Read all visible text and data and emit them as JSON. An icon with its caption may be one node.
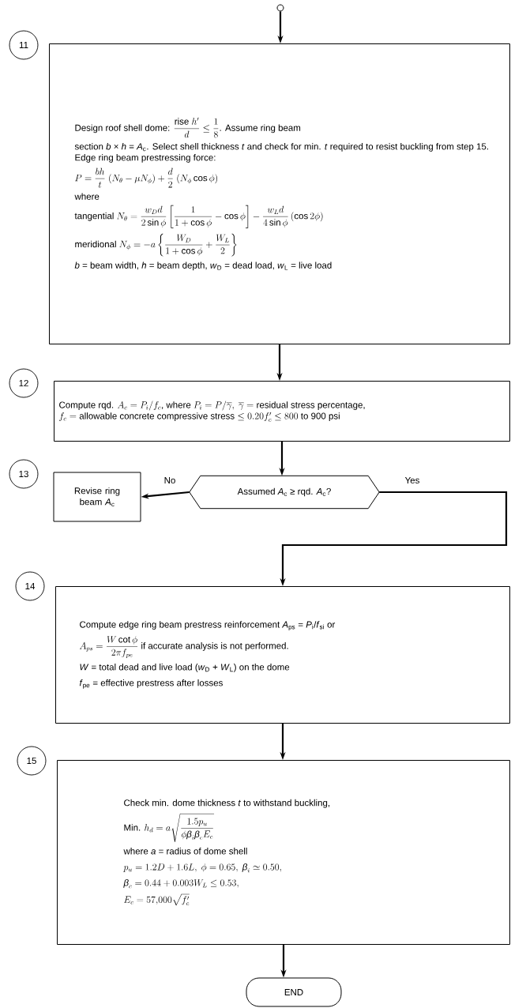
{
  "diagram": {
    "nodes": [
      {
        "text": [],
        "shape": "circle"
      },
      {
        "text": [
          "11"
        ]
      },
      {
        "text": [
          "\\text{Design roof shell dome: }\\dfrac{\\text{rise }h'}{d}\\le\\dfrac{1}{8}\\text{. Assume ring beam}",
          "section *b* × *h* = *A*$_{c}$. Select shell thickness *t* and check for min. *t* required to resist buckling from step 15. Edge ring beam prestressing force:",
          "P=\\dfrac{bh}{t}\\;(N_\\theta-\\mu N_\\phi)+\\dfrac{d}{2}\\;(N_\\phi\\cos\\phi)",
          "where",
          "\\text{tangential }N_\\theta=\\dfrac{w_D d}{2\\sin\\phi}\\left[\\dfrac{1}{1+\\cos\\phi}-\\cos\\phi\\right]-\\dfrac{w_L d}{4\\sin\\phi}\\,(\\cos 2\\phi)",
          "\\text{meridional }N_\\phi=-a\\left\\{\\dfrac{W_D}{1+\\cos\\phi}+\\dfrac{W_L}{2}\\right\\}",
          "*b* = beam width, *h* = beam depth, *w*$_{D}$ = dead load, *w*$_{L}$ = live load"
        ]
      },
      {
        "text": [
          "12"
        ]
      },
      {
        "text": [
          "\\text{Compute rqd. }A_c=P_i/f_c\\text{, where }P_i=P/\\overline{\\gamma},\\ \\overline{\\gamma}=\\text{residual stress percentage,}\\allowbreak\\ f_c=\\text{allowable concrete compressive stress}\\le 0.20f'_c\\le 800\\text{ to 900 psi}"
        ]
      },
      {
        "text": [
          "13"
        ]
      },
      {
        "text": [
          "Revise ring beam *A*$_{c}$"
        ]
      },
      {
        "text": [
          "Assumed *A*$_{c}$ ≥ rqd. *A*$_{c}$?"
        ]
      },
      {
        "text": [
          "14"
        ]
      },
      {
        "text": [
          "Compute edge ring beam prestress reinforcement *A*$_{ps}$ = *P*$_{i}$/*f*$_{si}$ or",
          "A_{ps}=\\dfrac{W\\cot\\phi}{2\\pi f_{pe}}\\text{ if accurate analysis is not performed.}",
          "*W* = total dead and live load (*w*$_{D}$ + *W*$_{L}$) on the dome",
          "*f*$_{pe}$ = effective prestress after losses"
        ]
      },
      {
        "text": [
          "15"
        ]
      },
      {
        "text": [
          "Check min. dome thickness *t* to withstand buckling,",
          "\\text{Min. }h_d=a\\sqrt{\\dfrac{1.5p_u}{\\phi\\text{\\itshape β}_i\\text{\\itshape β}_c E_c}}",
          "where *a* = radius of dome shell",
          "p_u=1.2D+1.6L,\\ \\phi=0.65,\\ \\text{\\itshape β}_i\\simeq 0.50,",
          "\\text{\\itshape β}_c=0.44+0.003W_L\\le 0.53,",
          "E_c=57{,}000\\sqrt{f'_c}"
        ]
      },
      {
        "text": [
          "END"
        ]
      }
    ],
    "edges": [
      {
        "from": 0,
        "to": 2,
        "arrow": "to"
      },
      {
        "from": 2,
        "to": 4,
        "arrow": "to"
      },
      {
        "from": 4,
        "to": 7,
        "arrow": "to"
      },
      {
        "from": 7,
        "to": 6,
        "arrow": "to",
        "label": "No"
      },
      {
        "from": 7,
        "to": 9,
        "arrow": "to",
        "label": "Yes"
      },
      {
        "from": 9,
        "to": 11,
        "arrow": "to"
      },
      {
        "from": 11,
        "to": 12,
        "arrow": "to"
      }
    ]
  }
}
